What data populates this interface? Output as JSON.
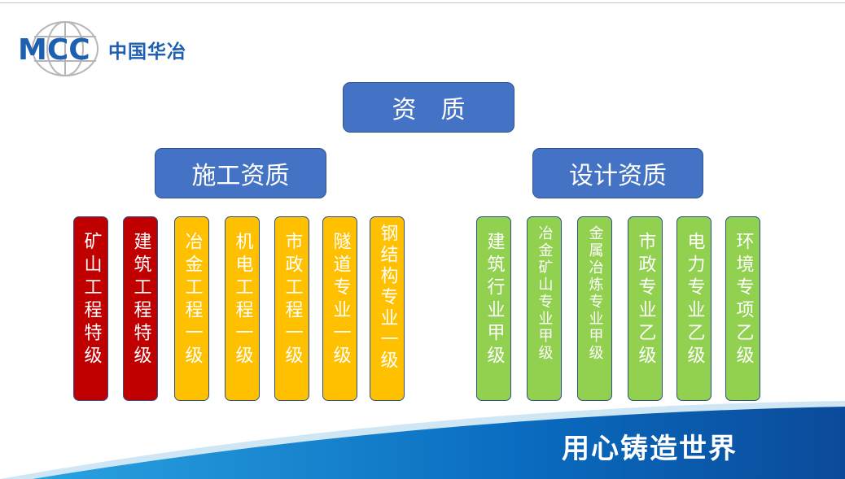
{
  "logo": {
    "abbr": "MCC",
    "name": "中国华冶"
  },
  "root": "资　质",
  "branches": [
    {
      "label": "施工资质",
      "items": [
        {
          "text": "矿山工程特级",
          "color": "#C00000"
        },
        {
          "text": "建筑工程特级",
          "color": "#C00000"
        },
        {
          "text": "冶金工程一级",
          "color": "#FFC000"
        },
        {
          "text": "机电工程一级",
          "color": "#FFC000"
        },
        {
          "text": "市政工程一级",
          "color": "#FFC000"
        },
        {
          "text": "隧道专业一级",
          "color": "#FFC000"
        },
        {
          "text": "钢结构专业一级",
          "color": "#FFC000"
        }
      ]
    },
    {
      "label": "设计资质",
      "items": [
        {
          "text": "建筑行业甲级",
          "color": "#92D050"
        },
        {
          "text": "冶金矿山专业甲级",
          "color": "#92D050"
        },
        {
          "text": "金属冶炼专业甲级",
          "color": "#92D050"
        },
        {
          "text": "市政专业乙级",
          "color": "#92D050"
        },
        {
          "text": "电力专业乙级",
          "color": "#92D050"
        },
        {
          "text": "环境专项乙级",
          "color": "#92D050"
        }
      ]
    }
  ],
  "slogan": "用心铸造世界"
}
